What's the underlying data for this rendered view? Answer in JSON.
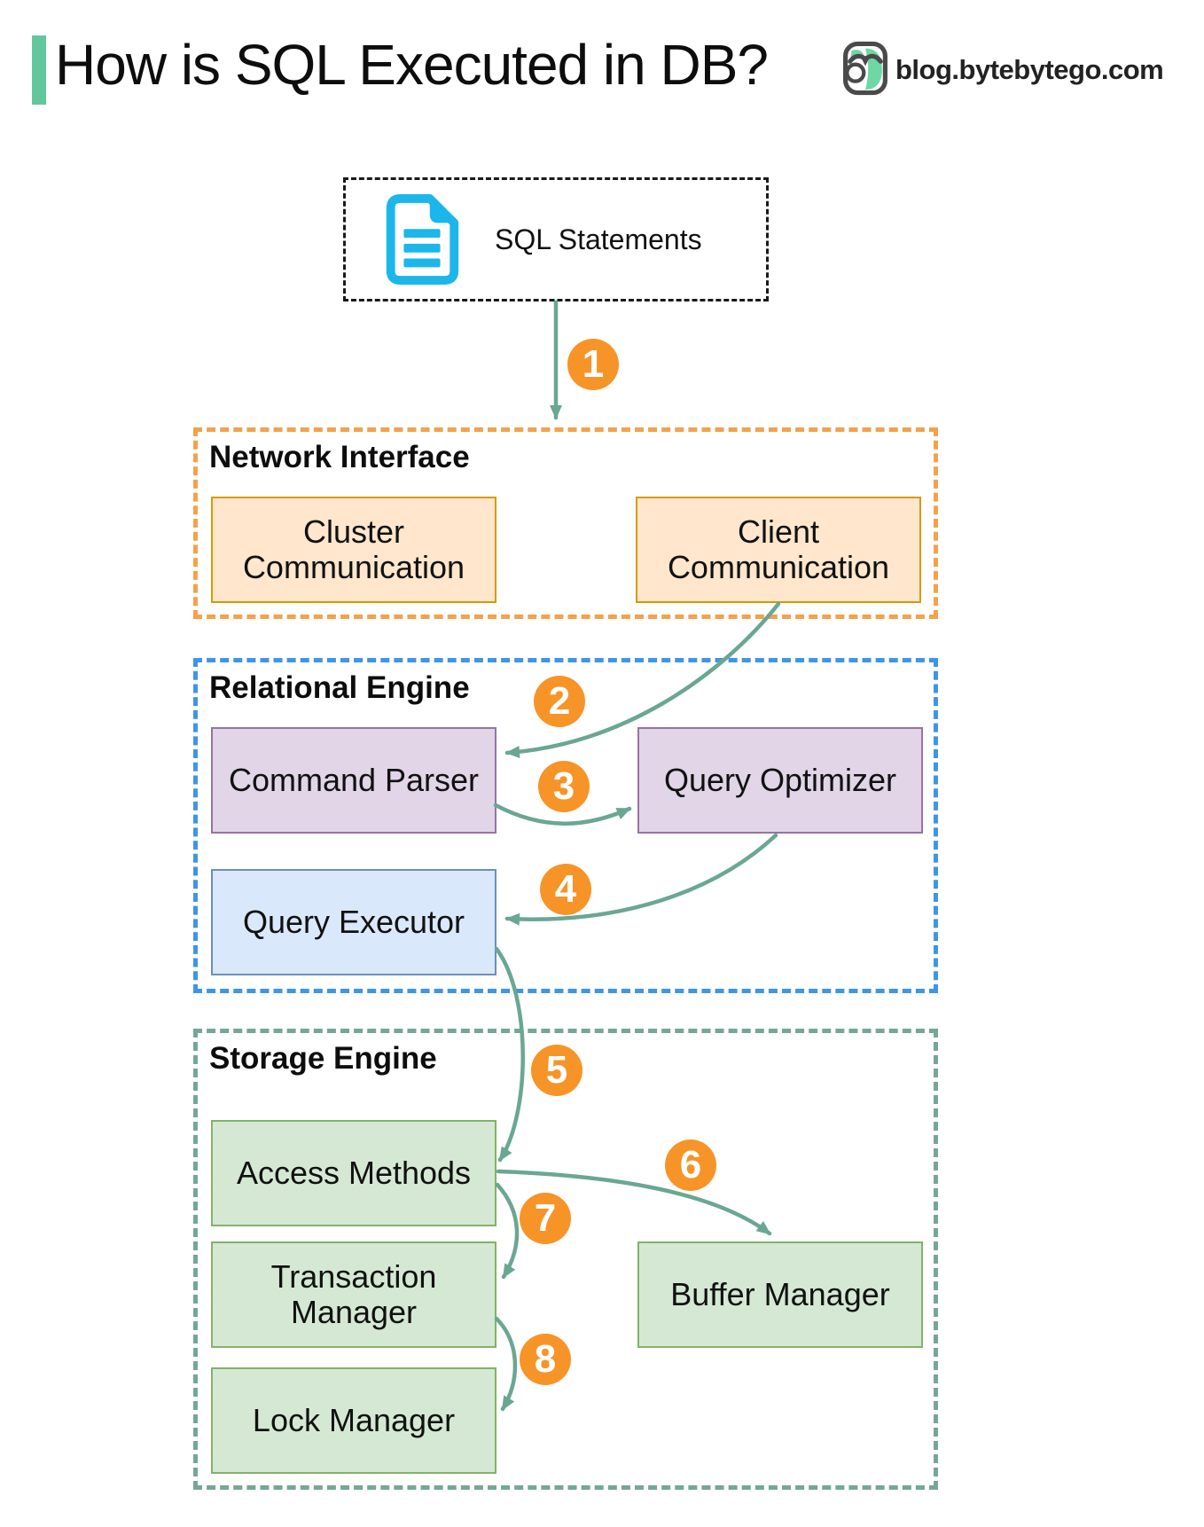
{
  "header": {
    "title": "How is SQL Executed in DB?",
    "brand_text": "blog.bytebytego.com"
  },
  "source_box": {
    "label": "SQL Statements",
    "icon": "document-icon"
  },
  "sections": {
    "network": {
      "label": "Network Interface",
      "boxes": [
        {
          "label": "Cluster Communication"
        },
        {
          "label": "Client Communication"
        }
      ]
    },
    "relational": {
      "label": "Relational Engine",
      "boxes": [
        {
          "label": "Command Parser"
        },
        {
          "label": "Query Optimizer"
        },
        {
          "label": "Query Executor"
        }
      ]
    },
    "storage": {
      "label": "Storage Engine",
      "boxes": [
        {
          "label": "Access Methods"
        },
        {
          "label": "Transaction Manager"
        },
        {
          "label": "Buffer Manager"
        },
        {
          "label": "Lock Manager"
        }
      ]
    }
  },
  "steps": [
    "1",
    "2",
    "3",
    "4",
    "5",
    "6",
    "7",
    "8"
  ],
  "colors": {
    "accent_green": "#62c79c",
    "step_orange": "#f79428",
    "arrow_teal": "#6aa792",
    "network_border": "#f5a14c",
    "relational_border": "#3f95e6",
    "storage_border": "#74a794",
    "peach_fill": "#ffe6cc",
    "peach_border": "#d79b00",
    "purple_fill": "#e1d5e7",
    "purple_border": "#9673a6",
    "blue_fill": "#dae8fc",
    "blue_border": "#6c8ebf",
    "green_fill": "#d5e8d4",
    "green_border": "#82b366",
    "document_icon_cyan": "#1bb6ea",
    "logo_green": "#6fd7a1",
    "logo_dark": "#4a4a4a"
  }
}
